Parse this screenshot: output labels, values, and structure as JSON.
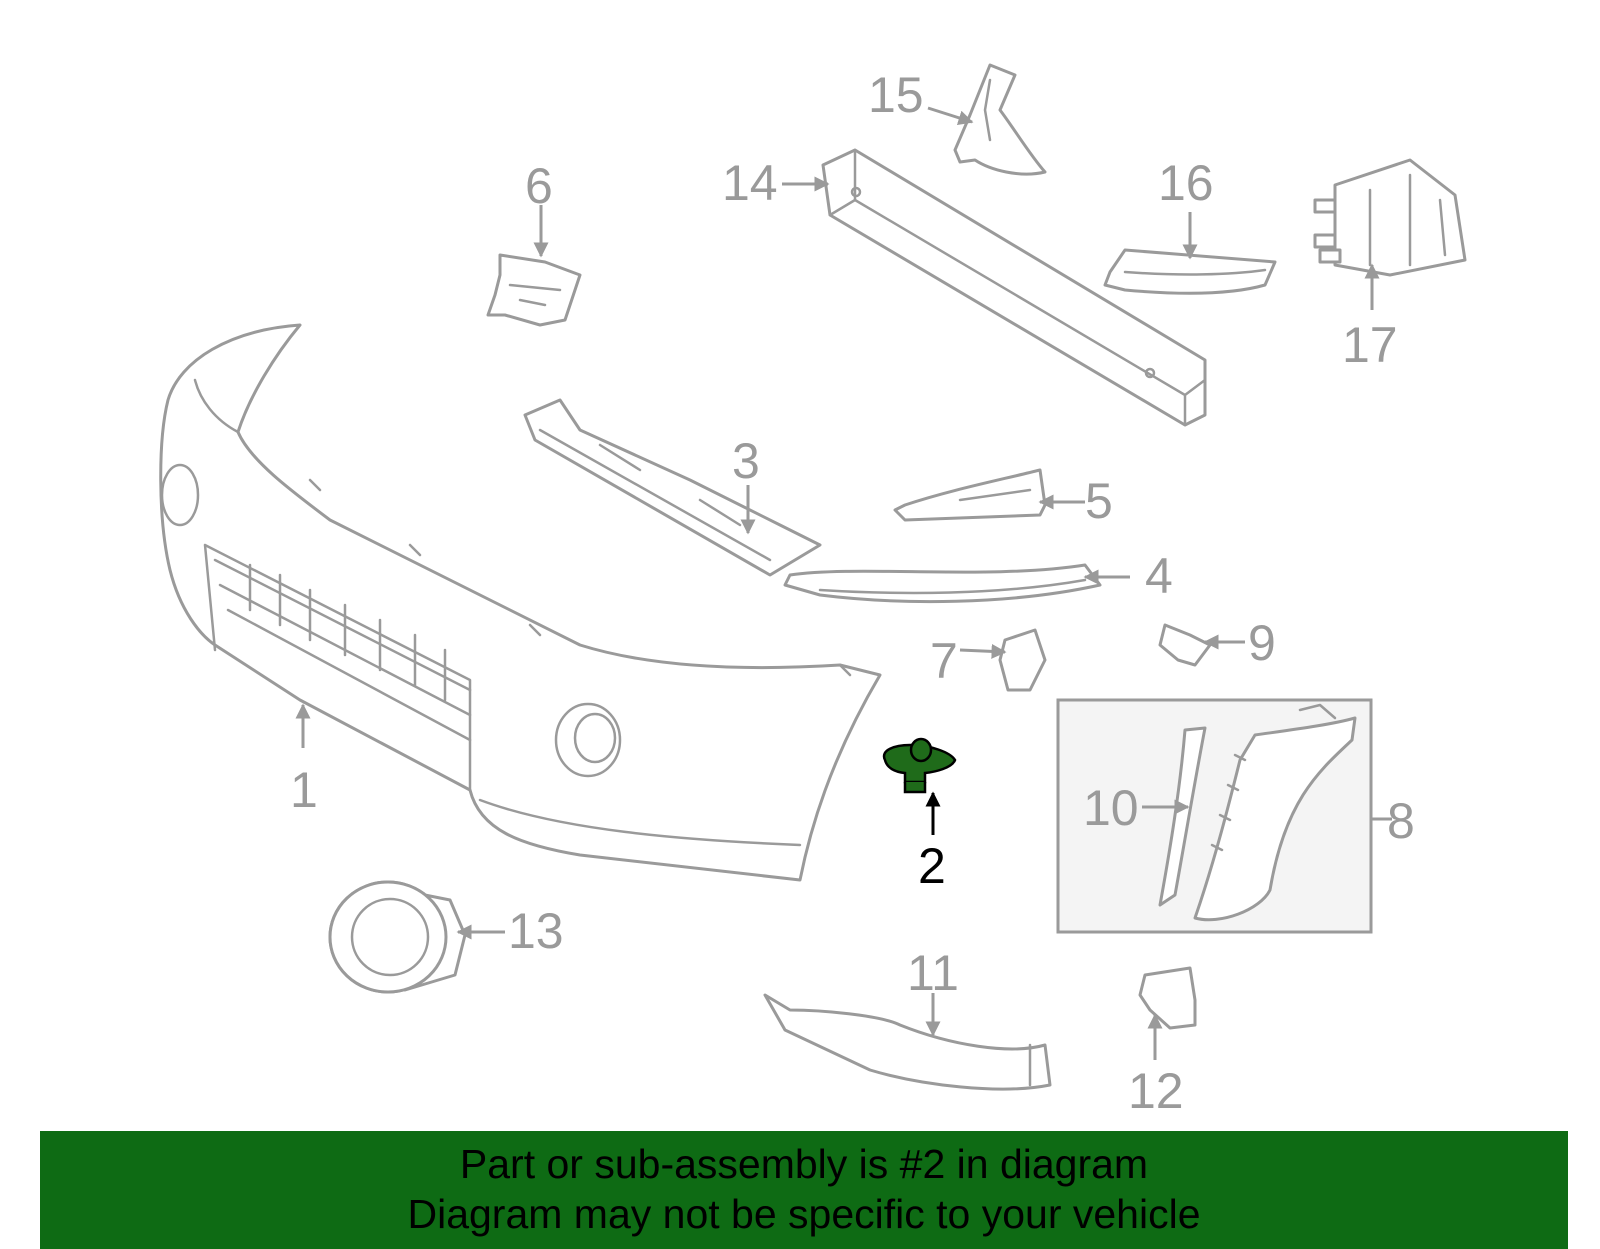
{
  "callouts": {
    "c1": "1",
    "c2": "2",
    "c3": "3",
    "c4": "4",
    "c5": "5",
    "c6": "6",
    "c7": "7",
    "c8": "8",
    "c9": "9",
    "c10": "10",
    "c11": "11",
    "c12": "12",
    "c13": "13",
    "c14": "14",
    "c15": "15",
    "c16": "16",
    "c17": "17"
  },
  "highlight_part": "2",
  "colors": {
    "line_art": "#9a9a9a",
    "highlight_fill": "#1f6b1a",
    "banner_bg": "#0e6b14",
    "banner_text": "#000000"
  },
  "banner": {
    "line1": "Part or sub-assembly is #2 in diagram",
    "line2": "Diagram may not be specific to your vehicle"
  }
}
